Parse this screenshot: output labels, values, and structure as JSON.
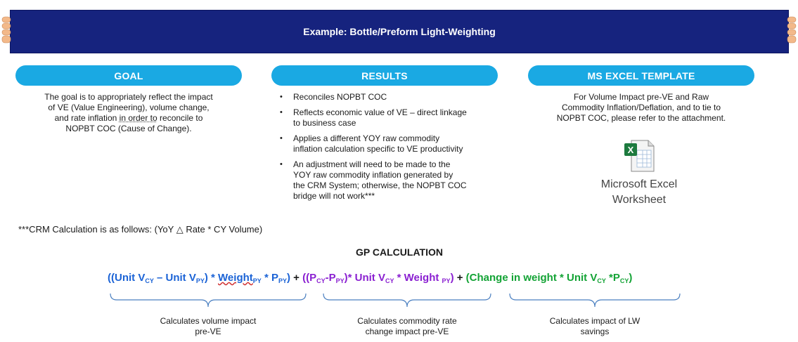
{
  "banner": {
    "title": "Example: Bottle/Preform Light-Weighting"
  },
  "goal": {
    "heading": "GOAL",
    "line1": "The goal is to appropriately reflect the impact",
    "line2": "of VE (Value Engineering), volume change,",
    "line3_pre": "and rate inflation ",
    "line3_mid": "in order to",
    "line3_post": " reconcile to",
    "line4": "NOPBT COC (Cause of Change)."
  },
  "results": {
    "heading": "RESULTS",
    "items": [
      {
        "line1": "Reconciles NOPBT COC"
      },
      {
        "line1": "Reflects economic value of VE – direct linkage",
        "line2": "to business case"
      },
      {
        "line1": "Applies a different YOY raw commodity",
        "line2": "inflation calculation specific to VE productivity"
      },
      {
        "line1": "An adjustment will need to be made to the",
        "line2": "YOY raw commodity inflation generated by",
        "line3": "the CRM System; otherwise, the NOPBT COC",
        "line4": "bridge will not work***"
      }
    ]
  },
  "excel": {
    "heading": "MS EXCEL TEMPLATE",
    "line1": "For Volume Impact pre-VE and Raw",
    "line2": "Commodity Inflation/Deflation, and to tie to",
    "line3": "NOPBT COC, please refer to the attachment.",
    "icon": "excel-file-icon",
    "icon_badge": "X",
    "caption1": "Microsoft Excel",
    "caption2": "Worksheet"
  },
  "crm_note": "***CRM Calculation is as follows: (YoY △ Rate * CY Volume)",
  "gp": {
    "title": "GP CALCULATION",
    "term1": {
      "open": "((Unit V",
      "sub1": "CY",
      "minus": " – Unit V",
      "sub2": "PY",
      "close1": ") * ",
      "weight": "Weight",
      "sub3": "PY",
      "times_p": " * P",
      "sub4": "PY",
      "close2": ")"
    },
    "plus1": " + ",
    "term2": {
      "open": "((P",
      "sub1": "CY",
      "minus": "-P",
      "sub2": "PY",
      "mid": ")* Unit V",
      "sub3": "CY",
      "weight": " * Weight ",
      "sub4": "PY",
      "close": ")"
    },
    "plus2": " + ",
    "term3": {
      "open": "(Change in weight * Unit V",
      "sub1": "CY",
      "mid": " *P",
      "sub2": "CY",
      "close": ")"
    }
  },
  "captions": [
    {
      "line1": "Calculates volume impact",
      "line2": "pre-VE"
    },
    {
      "line1": "Calculates commodity rate",
      "line2": "change impact pre-VE"
    },
    {
      "line1": "Calculates impact of LW",
      "line2": "savings"
    }
  ],
  "colors": {
    "banner": "#16237e",
    "pill": "#1aa9e3",
    "term1": "#1b63d6",
    "term2": "#8a1fd1",
    "term3": "#13a335",
    "brace": "#4a7fc0"
  }
}
